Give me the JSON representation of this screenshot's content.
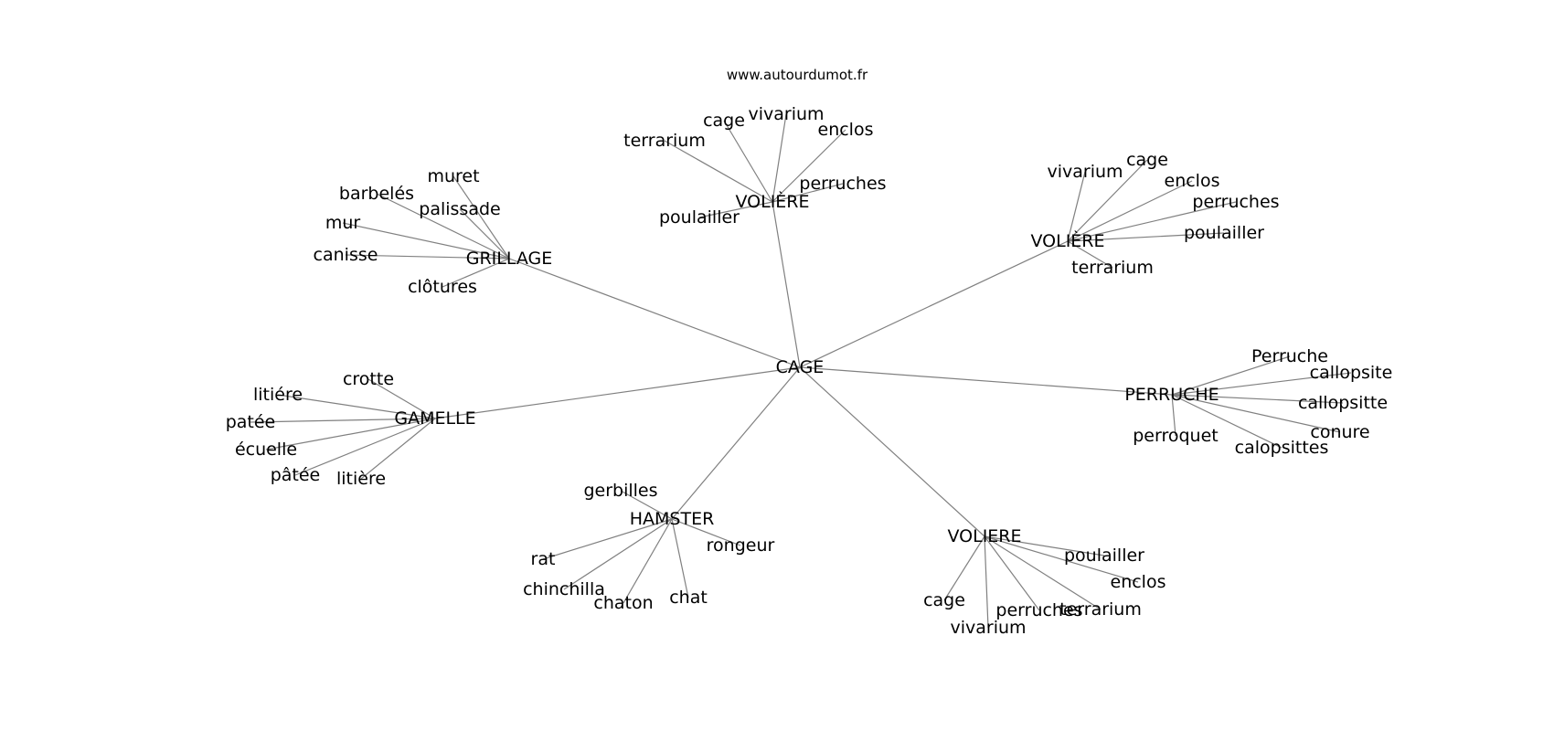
{
  "site_url": "www.autourdumot.fr",
  "center": "CAGE",
  "clusters": [
    {
      "hub": "GRILLAGE",
      "leaves": [
        "muret",
        "barbelés",
        "palissade",
        "mur",
        "canisse",
        "clôtures"
      ]
    },
    {
      "hub": "VOLIÈRE",
      "leaves": [
        "cage",
        "vivarium",
        "terrarium",
        "enclos",
        "perruches",
        "poulailler"
      ]
    },
    {
      "hub": "VOLIÈRE",
      "leaves": [
        "vivarium",
        "cage",
        "enclos",
        "perruches",
        "poulailler",
        "terrarium"
      ]
    },
    {
      "hub": "PERRUCHE",
      "leaves": [
        "Perruche",
        "callopsite",
        "callopsitte",
        "conure",
        "calopsittes",
        "perroquet"
      ]
    },
    {
      "hub": "VOLIERE",
      "leaves": [
        "poulailler",
        "enclos",
        "terrarium",
        "perruches",
        "vivarium",
        "cage"
      ]
    },
    {
      "hub": "HAMSTER",
      "leaves": [
        "gerbilles",
        "rongeur",
        "rat",
        "chinchilla",
        "chaton",
        "chat"
      ]
    },
    {
      "hub": "GAMELLE",
      "leaves": [
        "crotte",
        "litiére",
        "patée",
        "écuelle",
        "pâtée",
        "litière"
      ]
    }
  ]
}
